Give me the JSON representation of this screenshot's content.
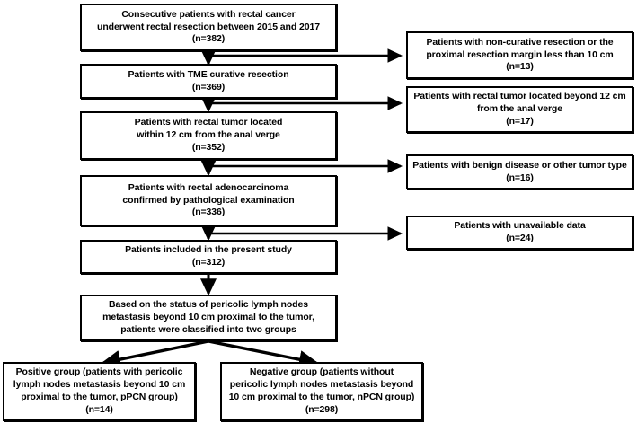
{
  "figure": {
    "type": "flowchart",
    "orientation": "top-to-bottom",
    "background_color": "#ffffff",
    "line_color": "#000000",
    "box_border_color": "#000000",
    "box_fill_color": "#ffffff"
  },
  "main_flow": [
    {
      "id": "n1",
      "text": "Consecutive patients with rectal cancer\nunderwent rectal resection between 2015 and 2017\n(n=382)",
      "count": 382
    },
    {
      "id": "n2",
      "text": "Patients with TME curative resection\n(n=369)",
      "count": 369
    },
    {
      "id": "n3",
      "text": "Patients with rectal tumor located\nwithin 12 cm from the anal verge\n(n=352)",
      "count": 352
    },
    {
      "id": "n4",
      "text": "Patients with rectal adenocarcinoma\nconfirmed by pathological examination\n(n=336)",
      "count": 336
    },
    {
      "id": "n5",
      "text": "Patients included in the present study\n(n=312)",
      "count": 312
    },
    {
      "id": "n6",
      "text": "Based on the status of pericolic lymph nodes\nmetastasis beyond 10 cm proximal to the tumor,\npatients were classified into two groups",
      "count": null
    }
  ],
  "exclusions": [
    {
      "id": "e1",
      "text": "Patients with  non-curative resection or the\nproximal resection margin less than 10 cm\n(n=13)",
      "count": 13
    },
    {
      "id": "e2",
      "text": "Patients with rectal tumor located beyond 12 cm\nfrom the anal verge\n(n=17)",
      "count": 17
    },
    {
      "id": "e3",
      "text": "Patients with benign disease or other tumor type\n(n=16)",
      "count": 16
    },
    {
      "id": "e4",
      "text": "Patients with unavailable data\n(n=24)",
      "count": 24
    }
  ],
  "groups": [
    {
      "id": "g1",
      "text": "Positive group (patients with pericolic\nlymph nodes metastasis beyond 10 cm\nproximal to the tumor, pPCN group)\n(n=14)",
      "count": 14
    },
    {
      "id": "g2",
      "text": "Negative group (patients without\npericolic lymph nodes metastasis beyond\n10 cm proximal to the tumor, nPCN group)\n(n=298)",
      "count": 298
    }
  ]
}
